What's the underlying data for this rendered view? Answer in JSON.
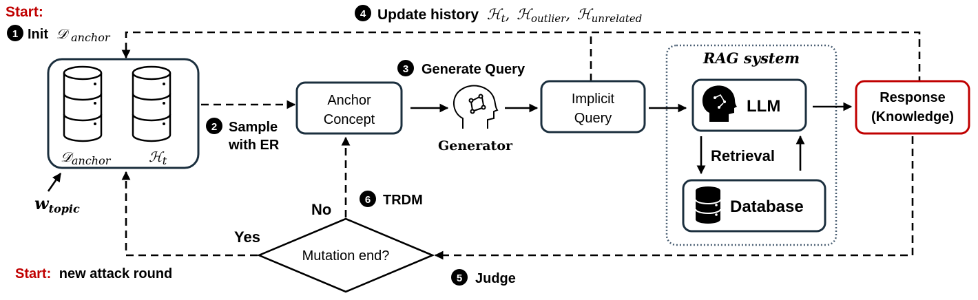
{
  "start_top": {
    "label": "Start:"
  },
  "start_bottom": {
    "label": "Start:",
    "text": "new attack round"
  },
  "steps": {
    "init": {
      "num": "1",
      "text": "Init",
      "var": "𝒟",
      "sub": "anchor"
    },
    "sample": {
      "num": "2",
      "line1": "Sample",
      "line2": "with ER"
    },
    "generate": {
      "num": "3",
      "text": "Generate Query"
    },
    "update": {
      "num": "4",
      "text": "Update history",
      "h": "ℋ",
      "sub_t": "t",
      "sub_outlier": "outlier",
      "sub_unrelated": "unrelated",
      "sep": ","
    },
    "judge": {
      "num": "5",
      "text": "Judge"
    },
    "trdm": {
      "num": "6",
      "text": "TRDM"
    }
  },
  "store": {
    "d_anchor": {
      "sym": "𝒟",
      "sub": "anchor"
    },
    "h_t": {
      "sym": "ℋ",
      "sub": "t"
    },
    "w_topic": {
      "sym": "w",
      "sub": "topic"
    }
  },
  "anchor_concept": {
    "line1": "Anchor",
    "line2": "Concept"
  },
  "generator": {
    "label": "Generator"
  },
  "implicit_query": {
    "line1": "Implicit",
    "line2": "Query"
  },
  "rag_system": {
    "title": "RAG system",
    "llm": "LLM",
    "retrieval": "Retrieval",
    "database": "Database"
  },
  "response": {
    "line1": "Response",
    "line2": "(Knowledge)"
  },
  "decision": {
    "label": "Mutation end?",
    "yes": "Yes",
    "no": "No"
  },
  "colors": {
    "red": "#c00000",
    "box_border": "#1b2f3e",
    "dotted_border": "#4a5f73"
  }
}
